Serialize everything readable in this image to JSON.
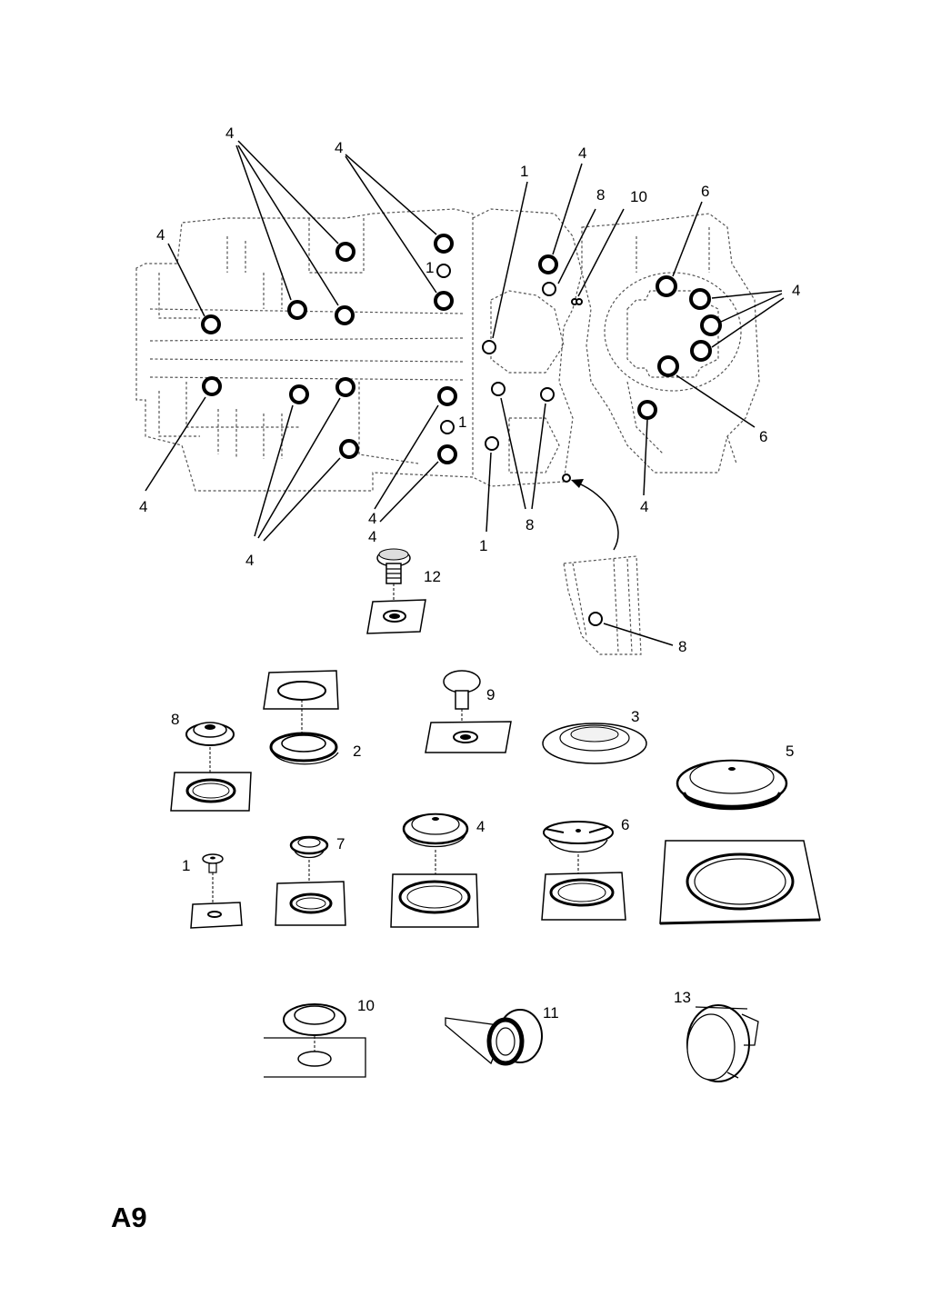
{
  "page": {
    "code": "A9"
  },
  "overview_callouts": {
    "c1": "4",
    "c2": "4",
    "c3": "4",
    "c4": "1",
    "c5": "4",
    "c6": "8",
    "c7": "10",
    "c8": "6",
    "c9": "4",
    "c10": "1",
    "c11": "4",
    "c12": "6",
    "c13": "4",
    "c14": "1",
    "c15": "4",
    "c16": "4",
    "c17": "8",
    "c18": "1",
    "c19": "4"
  },
  "detail_callout": "8",
  "parts": [
    {
      "id": "12",
      "label": "12"
    },
    {
      "id": "9",
      "label": "9"
    },
    {
      "id": "3",
      "label": "3"
    },
    {
      "id": "8",
      "label": "8"
    },
    {
      "id": "2",
      "label": "2"
    },
    {
      "id": "5",
      "label": "5"
    },
    {
      "id": "1",
      "label": "1"
    },
    {
      "id": "7",
      "label": "7"
    },
    {
      "id": "4",
      "label": "4"
    },
    {
      "id": "6",
      "label": "6"
    },
    {
      "id": "10",
      "label": "10"
    },
    {
      "id": "11",
      "label": "11"
    },
    {
      "id": "13",
      "label": "13"
    }
  ]
}
